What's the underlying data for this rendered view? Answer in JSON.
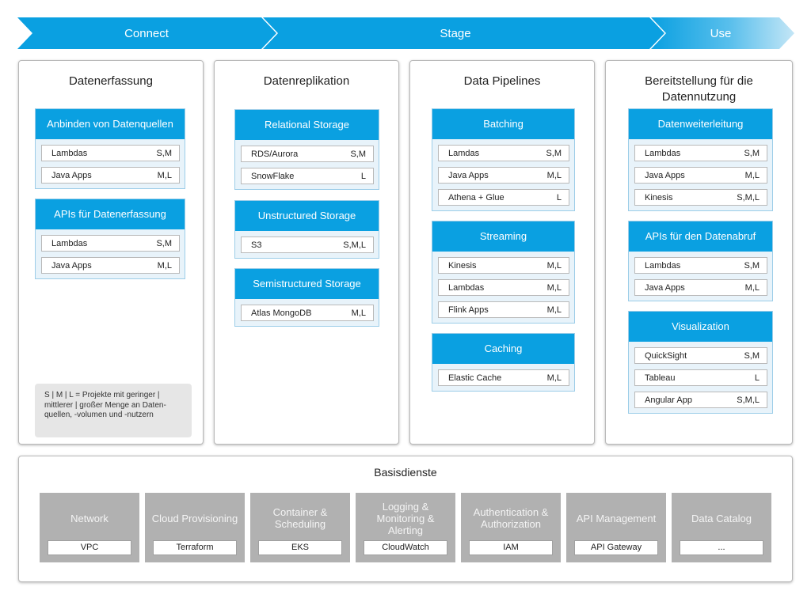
{
  "ribbon": {
    "connect": "Connect",
    "stage": "Stage",
    "use": "Use"
  },
  "columns": [
    {
      "title": "Datenerfassung",
      "cards": [
        {
          "title": "Anbinden von Datenquellen",
          "items": [
            {
              "name": "Lambdas",
              "size": "S,M"
            },
            {
              "name": "Java Apps",
              "size": "M,L"
            }
          ]
        },
        {
          "title": "APIs für Datenerfassung",
          "items": [
            {
              "name": "Lambdas",
              "size": "S,M"
            },
            {
              "name": "Java Apps",
              "size": "M,L"
            }
          ]
        }
      ],
      "legend": "S | M | L = Projekte mit geringer | mittlerer | großer Menge an Daten-quellen, -volumen und -nutzern"
    },
    {
      "title": "Datenreplikation",
      "cards": [
        {
          "title": "Relational Storage",
          "items": [
            {
              "name": "RDS/Aurora",
              "size": "S,M"
            },
            {
              "name": "SnowFlake",
              "size": "L"
            }
          ]
        },
        {
          "title": "Unstructured Storage",
          "items": [
            {
              "name": "S3",
              "size": "S,M,L"
            }
          ]
        },
        {
          "title": "Semistructured Storage",
          "items": [
            {
              "name": "Atlas MongoDB",
              "size": "M,L"
            }
          ]
        }
      ]
    },
    {
      "title": "Data Pipelines",
      "cards": [
        {
          "title": "Batching",
          "items": [
            {
              "name": "Lamdas",
              "size": "S,M"
            },
            {
              "name": "Java Apps",
              "size": "M,L"
            },
            {
              "name": "Athena + Glue",
              "size": "L"
            }
          ]
        },
        {
          "title": "Streaming",
          "items": [
            {
              "name": "Kinesis",
              "size": "M,L"
            },
            {
              "name": "Lambdas",
              "size": "M,L"
            },
            {
              "name": "Flink Apps",
              "size": "M,L"
            }
          ]
        },
        {
          "title": "Caching",
          "items": [
            {
              "name": "Elastic Cache",
              "size": "M,L"
            }
          ]
        }
      ]
    },
    {
      "title": "Bereitstellung für die Datennutzung",
      "cards": [
        {
          "title": "Datenweiterleitung",
          "items": [
            {
              "name": "Lambdas",
              "size": "S,M"
            },
            {
              "name": "Java Apps",
              "size": "M,L"
            },
            {
              "name": "Kinesis",
              "size": "S,M,L"
            }
          ]
        },
        {
          "title": "APIs für den Datenabruf",
          "items": [
            {
              "name": "Lambdas",
              "size": "S,M"
            },
            {
              "name": "Java Apps",
              "size": "M,L"
            }
          ]
        },
        {
          "title": "Visualization",
          "items": [
            {
              "name": "QuickSight",
              "size": "S,M"
            },
            {
              "name": "Tableau",
              "size": "L"
            },
            {
              "name": "Angular App",
              "size": "S,M,L"
            }
          ]
        }
      ]
    }
  ],
  "base": {
    "title": "Basisdienste",
    "tiles": [
      {
        "name": "Network",
        "value": "VPC"
      },
      {
        "name": "Cloud Provisioning",
        "value": "Terraform"
      },
      {
        "name": "Container & Scheduling",
        "value": "EKS"
      },
      {
        "name": "Logging & Monitoring & Alerting",
        "value": "CloudWatch"
      },
      {
        "name": "Authentication & Authorization",
        "value": "IAM"
      },
      {
        "name": "API Management",
        "value": "API Gateway"
      },
      {
        "name": "Data Catalog",
        "value": "..."
      }
    ]
  },
  "colors": {
    "accent": "#0aa0e1",
    "card_bg": "#e8f3fa",
    "tile": "#b1b1b1"
  }
}
